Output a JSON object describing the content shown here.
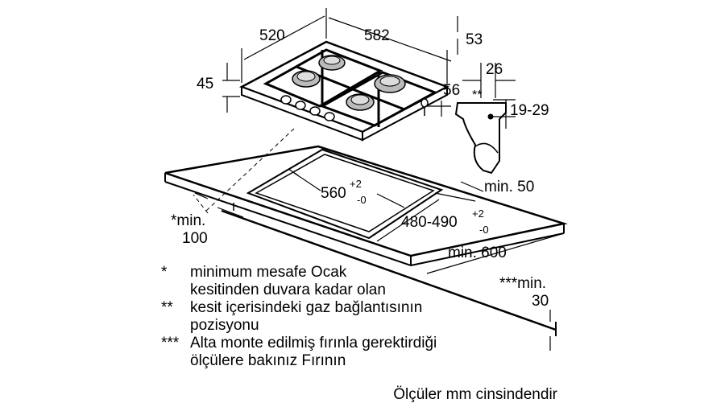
{
  "dimensions": {
    "width_520": "520",
    "width_582": "582",
    "d_53": "53",
    "d_45": "45",
    "d_56": "56",
    "d_26": "26",
    "d_19_29": "19-29",
    "gas_mark": "**",
    "cutout_w_base": "560",
    "cutout_w_plus": "+2",
    "cutout_w_minus": "-0",
    "cutout_d_base": "480-490",
    "cutout_d_plus": "+2",
    "cutout_d_minus": "-0",
    "min_50": "min. 50",
    "min_600": "min. 600",
    "wall_min_a": "*min.",
    "wall_min_b": "100",
    "below_min_a": "***min.",
    "below_min_b": "30"
  },
  "notes": [
    {
      "mark": "*",
      "text": "minimum mesafe Ocak\nkesitinden duvara kadar olan"
    },
    {
      "mark": "**",
      "text": "kesit içerisindeki gaz bağlantısının\npozisyonu"
    },
    {
      "mark": "***",
      "text": "Alta monte edilmiş fırınla gerektirdiği\nölçülere bakınız Fırının"
    }
  ],
  "unit_note": "Ölçüler mm cinsindendir"
}
